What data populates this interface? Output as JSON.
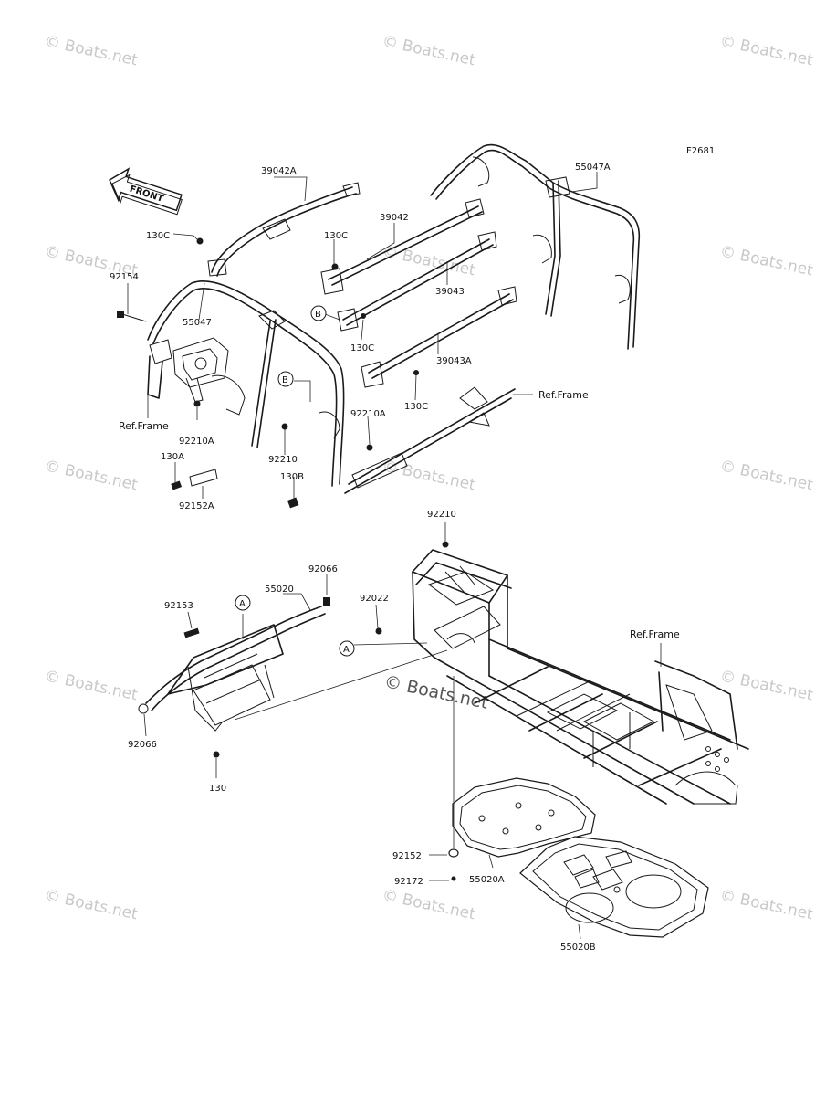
{
  "figure_id": "F2681",
  "front_label": "FRONT",
  "watermark": "© Boats.net",
  "parts": {
    "p39042A": "39042A",
    "p55047A": "55047A",
    "p130C_1": "130C",
    "p39042": "39042",
    "p130C_2": "130C",
    "p92154": "92154",
    "p39043": "39043",
    "p55047": "55047",
    "p130C_3": "130C",
    "p39043A": "39043A",
    "p130C_4": "130C",
    "refframe_1": "Ref.Frame",
    "p92210A_1": "92210A",
    "refframe_2": "Ref.Frame",
    "p92210A_2": "92210A",
    "p130A": "130A",
    "p92210_1": "92210",
    "p130B": "130B",
    "p92152A": "92152A",
    "p92210_2": "92210",
    "p92066_1": "92066",
    "p55020": "55020",
    "p92153": "92153",
    "p92022": "92022",
    "refframe_3": "Ref.Frame",
    "p92066_2": "92066",
    "p130": "130",
    "p92152": "92152",
    "p92172": "92172",
    "p55020A": "55020A",
    "p55020B": "55020B"
  },
  "callouts": {
    "a1": "A",
    "a2": "A",
    "b1": "B",
    "b2": "B"
  }
}
